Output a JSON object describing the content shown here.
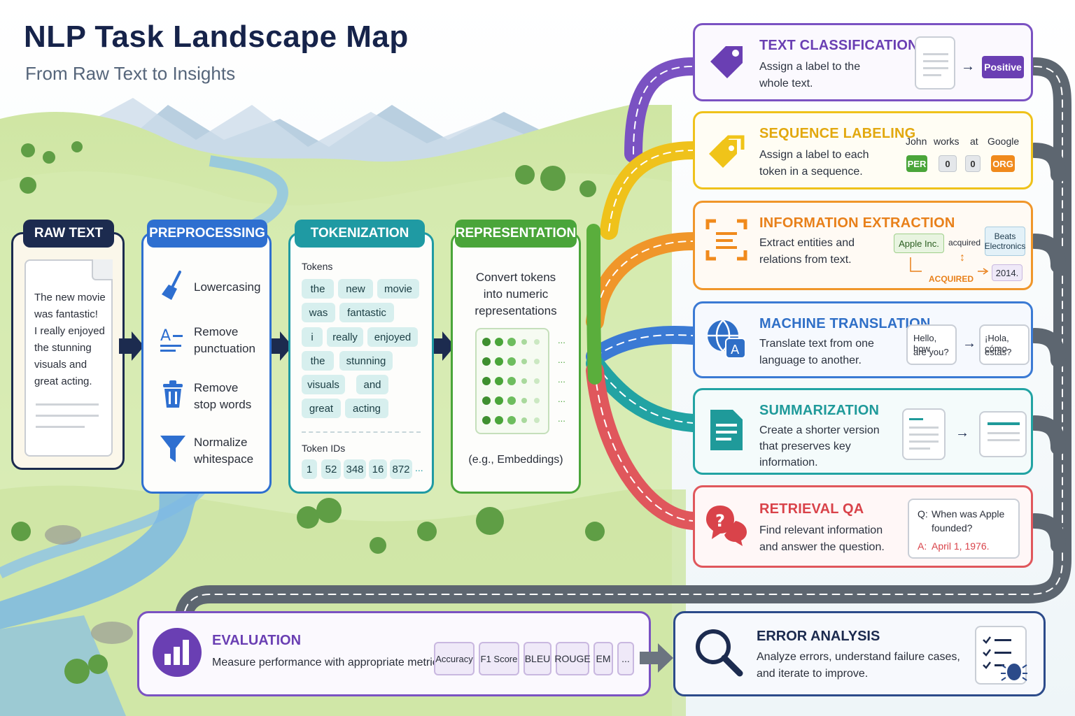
{
  "header": {
    "title": "NLP Task Landscape Map",
    "subtitle": "From Raw Text to Insights"
  },
  "colors": {
    "navy": "#16234a",
    "preprocessing": "#2e6fd0",
    "tokenization": "#1f9aa3",
    "representation": "#4aa53a",
    "classification": "#6a3fb3",
    "sequence": "#f0c419",
    "extraction": "#f08a1c",
    "translation": "#2f6fc7",
    "summarization": "#1f9a9a",
    "retrieval": "#d9434a",
    "evaluation": "#6a3fb3",
    "error": "#2c4b8a"
  },
  "pipeline": {
    "raw_text": {
      "header": "RAW TEXT",
      "lines": [
        "The new movie",
        "was fantastic!",
        "I really enjoyed",
        "the stunning",
        "visuals and",
        "great acting."
      ]
    },
    "preprocessing": {
      "header": "PREPROCESSING",
      "steps": [
        {
          "icon": "broom-icon",
          "line1": "Lowercasing",
          "line2": ""
        },
        {
          "icon": "text-format-icon",
          "line1": "Remove",
          "line2": "punctuation"
        },
        {
          "icon": "trash-icon",
          "line1": "Remove",
          "line2": "stop words"
        },
        {
          "icon": "filter-icon",
          "line1": "Normalize",
          "line2": "whitespace"
        }
      ]
    },
    "tokenization": {
      "header": "TOKENIZATION",
      "tokens_label": "Tokens",
      "tokens": [
        "the",
        "new",
        "movie",
        "was",
        "fantastic",
        "i",
        "really",
        "enjoyed",
        "the",
        "stunning",
        "visuals",
        "and",
        "great",
        "acting"
      ],
      "ids_label": "Token IDs",
      "ids": [
        "1",
        "52",
        "348",
        "16",
        "872",
        "..."
      ]
    },
    "representation": {
      "header": "REPRESENTATION",
      "desc_lines": [
        "Convert tokens",
        "into numeric",
        "representations"
      ],
      "note": "(e.g., Embeddings)",
      "ellipsis": "..."
    }
  },
  "tasks": {
    "classification": {
      "title": "TEXT CLASSIFICATION",
      "desc_lines": [
        "Assign a label to the",
        "whole text."
      ],
      "label": "Positive",
      "icon": "tag-icon"
    },
    "sequence": {
      "title": "SEQUENCE LABELING",
      "desc_lines": [
        "Assign a label to each",
        "token in a sequence."
      ],
      "words": [
        "John",
        "works",
        "at",
        "Google"
      ],
      "labels": [
        "PER",
        "0",
        "0",
        "ORG"
      ],
      "icon": "tags-icon"
    },
    "extraction": {
      "title": "INFORMATION EXTRACTION",
      "desc_lines": [
        "Extract entities and",
        "relations from text."
      ],
      "entity1": "Apple Inc.",
      "relation": "acquired",
      "entity2_line1": "Beats",
      "entity2_line2": "Electronics",
      "date": "2014.",
      "relation_label": "ACQUIRED",
      "icon": "scan-text-icon"
    },
    "translation": {
      "title": "MACHINE TRANSLATION",
      "desc_lines": [
        "Translate text from one",
        "language to another."
      ],
      "source_line1": "Hello, how",
      "source_line2": "are you?",
      "target_line1": "¡Hola, cómo",
      "target_line2": "estás?",
      "icon": "translate-globe-icon"
    },
    "summarization": {
      "title": "SUMMARIZATION",
      "desc_lines": [
        "Create a shorter version",
        "that preserves key",
        "information."
      ],
      "icon": "document-icon"
    },
    "retrieval": {
      "title": "RETRIEVAL QA",
      "desc_lines": [
        "Find relevant information",
        "and answer the question."
      ],
      "q_prefix": "Q:",
      "q_line1": "When was Apple",
      "q_line2": "founded?",
      "a_prefix": "A:",
      "answer": "April 1, 1976.",
      "icon": "question-bubble-icon"
    }
  },
  "evaluation": {
    "title": "EVALUATION",
    "desc": "Measure performance with appropriate metrics.",
    "metrics": [
      "Accuracy",
      "F1 Score",
      "BLEU",
      "ROUGE",
      "EM",
      "..."
    ],
    "icon": "bar-chart-icon"
  },
  "error_analysis": {
    "title": "ERROR ANALYSIS",
    "desc_lines": [
      "Analyze errors, understand failure cases,",
      "and iterate to improve."
    ],
    "icon": "magnifier-icon"
  }
}
